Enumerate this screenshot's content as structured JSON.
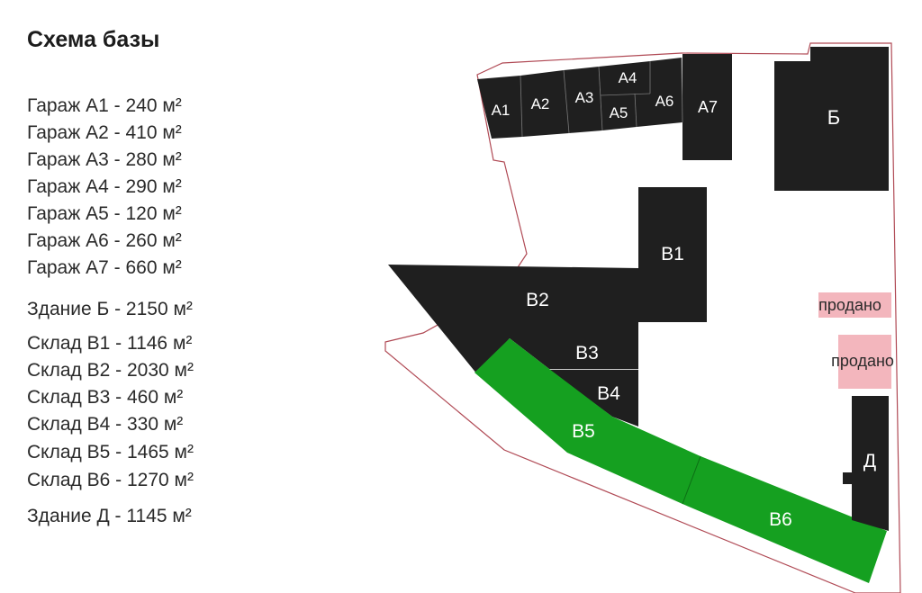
{
  "title": "Схема базы",
  "legend": [
    "Гараж А1 - 240 м²",
    "Гараж А2 - 410 м²",
    "Гараж А3 - 280 м²",
    "Гараж А4 - 290 м²",
    "Гараж А5 - 120 м²",
    "Гараж А6 - 260 м²",
    "Гараж А7 - 660 м²",
    "Здание Б - 2150 м²",
    "Склад В1 - 1146 м²",
    "Склад В2 - 2030 м²",
    "Склад В3 - 460 м²",
    "Склад В4 - 330 м²",
    "Склад В5 - 1465 м²",
    "Склад В6 - 1270 м²",
    "Здание Д - 1145 м²"
  ],
  "buildings": {
    "a1": "А1",
    "a2": "А2",
    "a3": "А3",
    "a4": "А4",
    "a5": "А5",
    "a6": "А6",
    "a7": "А7",
    "b": "Б",
    "v1": "В1",
    "v2": "В2",
    "v3": "В3",
    "v4": "В4",
    "v5": "В5",
    "v6": "В6",
    "d": "Д"
  },
  "sold": [
    "продано",
    "продано"
  ],
  "colors": {
    "building": "#1f1f1f",
    "highlight": "#15a020",
    "sold": "#f3b6bd",
    "boundary": "#b04a55"
  }
}
